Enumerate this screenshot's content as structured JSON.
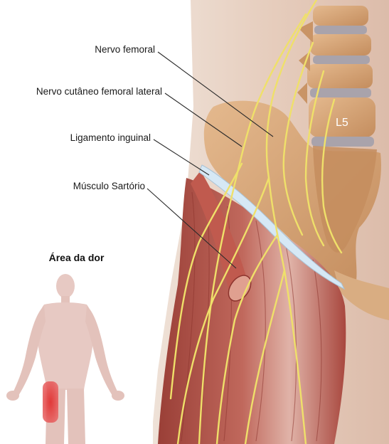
{
  "labels": {
    "femoral_nerve": "Nervo femoral",
    "lateral_cutaneous_nerve": "Nervo cutâneo femoral lateral",
    "inguinal_ligament": "Ligamento inguinal",
    "sartorius_muscle": "Músculo Sartório"
  },
  "vertebra_label": "L5",
  "pain_area_title": "Área da dor",
  "colors": {
    "background": "#ffffff",
    "skin": "#e9d2c4",
    "bone": "#d7a77a",
    "disc": "#a9a3ab",
    "muscle": "#b5554b",
    "nerve": "#efe06a",
    "ligament": "#d6e8f5",
    "pain": "#e33a3a",
    "leader": "#2a2a2a"
  },
  "icons": [
    "body-figure-icon",
    "pain-area-icon"
  ]
}
